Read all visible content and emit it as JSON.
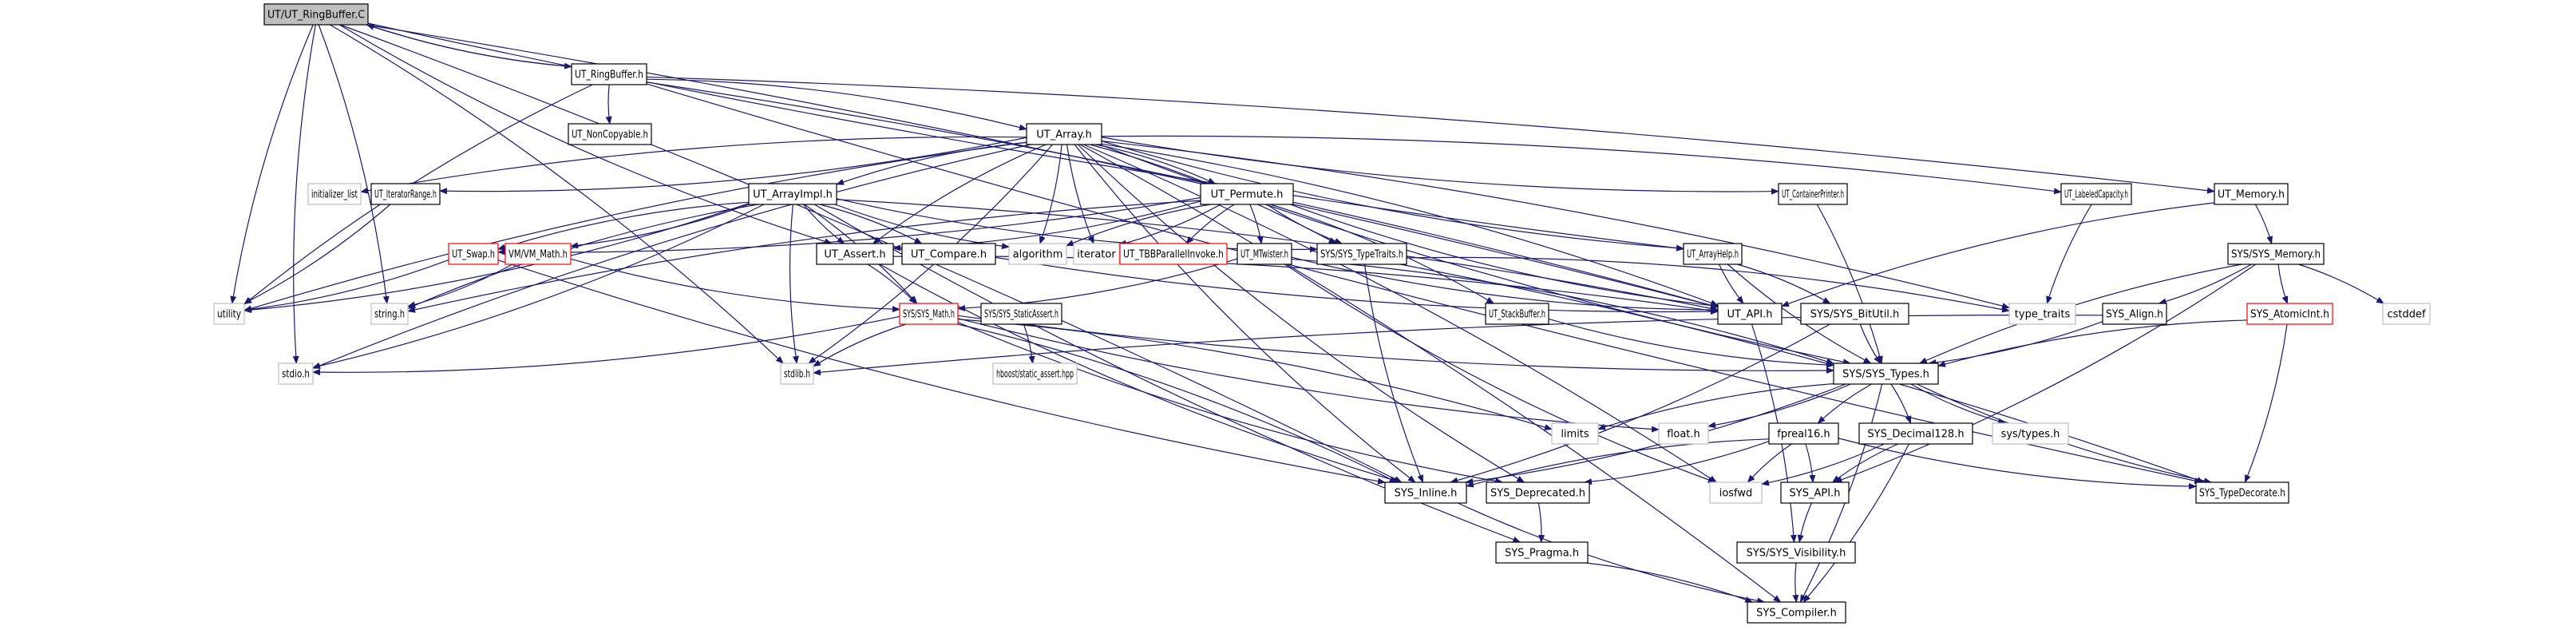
{
  "title": "Include dependency graph for UT/UT_RingBuffer.C",
  "colors": {
    "edge": "#191970",
    "root_fill": "#bfbfbf",
    "normal_border": "#000000",
    "missing_border": "#ff0000",
    "external_border": "#bfbfbf"
  },
  "nodes": [
    {
      "id": "ringbuffer_c",
      "label": "UT/UT_RingBuffer.C",
      "kind": "root"
    },
    {
      "id": "ringbuffer_h",
      "label": "UT_RingBuffer.h",
      "kind": "normal"
    },
    {
      "id": "noncopyable",
      "label": "UT_NonCopyable.h",
      "kind": "normal"
    },
    {
      "id": "array",
      "label": "UT_Array.h",
      "kind": "normal"
    },
    {
      "id": "initializer_list",
      "label": "initializer_list",
      "kind": "external"
    },
    {
      "id": "iteratorrange",
      "label": "UT_IteratorRange.h",
      "kind": "normal"
    },
    {
      "id": "arrayimpl",
      "label": "UT_ArrayImpl.h",
      "kind": "normal"
    },
    {
      "id": "permute",
      "label": "UT_Permute.h",
      "kind": "normal"
    },
    {
      "id": "containerprinter",
      "label": "UT_ContainerPrinter.h",
      "kind": "normal"
    },
    {
      "id": "labeledcapacity",
      "label": "UT_LabeledCapacity.h",
      "kind": "normal"
    },
    {
      "id": "memory",
      "label": "UT_Memory.h",
      "kind": "normal"
    },
    {
      "id": "swap",
      "label": "UT_Swap.h",
      "kind": "missing"
    },
    {
      "id": "vmmath",
      "label": "VM/VM_Math.h",
      "kind": "missing"
    },
    {
      "id": "assert",
      "label": "UT_Assert.h",
      "kind": "normal"
    },
    {
      "id": "compare",
      "label": "UT_Compare.h",
      "kind": "normal"
    },
    {
      "id": "algorithm",
      "label": "algorithm",
      "kind": "external"
    },
    {
      "id": "iterator",
      "label": "iterator",
      "kind": "external"
    },
    {
      "id": "tbbparallel",
      "label": "UT_TBBParallelInvoke.h",
      "kind": "missing"
    },
    {
      "id": "mtwister",
      "label": "UT_MTwister.h",
      "kind": "normal"
    },
    {
      "id": "typetraits",
      "label": "SYS/SYS_TypeTraits.h",
      "kind": "normal"
    },
    {
      "id": "arrayhelp",
      "label": "UT_ArrayHelp.h",
      "kind": "normal"
    },
    {
      "id": "sysmemory",
      "label": "SYS/SYS_Memory.h",
      "kind": "normal"
    },
    {
      "id": "utility",
      "label": "utility",
      "kind": "external"
    },
    {
      "id": "string_h",
      "label": "string.h",
      "kind": "external"
    },
    {
      "id": "sysmath",
      "label": "SYS/SYS_Math.h",
      "kind": "missing"
    },
    {
      "id": "staticassert",
      "label": "SYS/SYS_StaticAssert.h",
      "kind": "normal"
    },
    {
      "id": "stackbuffer",
      "label": "UT_StackBuffer.h",
      "kind": "normal"
    },
    {
      "id": "utapi",
      "label": "UT_API.h",
      "kind": "normal"
    },
    {
      "id": "bitutil",
      "label": "SYS/SYS_BitUtil.h",
      "kind": "normal"
    },
    {
      "id": "type_traits",
      "label": "type_traits",
      "kind": "external"
    },
    {
      "id": "align",
      "label": "SYS_Align.h",
      "kind": "normal"
    },
    {
      "id": "atomicint",
      "label": "SYS_AtomicInt.h",
      "kind": "missing"
    },
    {
      "id": "cstddef",
      "label": "cstddef",
      "kind": "external"
    },
    {
      "id": "stdio",
      "label": "stdio.h",
      "kind": "external"
    },
    {
      "id": "stdlib",
      "label": "stdlib.h",
      "kind": "external"
    },
    {
      "id": "hboost_sa",
      "label": "hboost/static_assert.hpp",
      "kind": "external"
    },
    {
      "id": "systypes",
      "label": "SYS/SYS_Types.h",
      "kind": "normal"
    },
    {
      "id": "limits",
      "label": "limits",
      "kind": "external"
    },
    {
      "id": "float_h",
      "label": "float.h",
      "kind": "external"
    },
    {
      "id": "fpreal16",
      "label": "fpreal16.h",
      "kind": "normal"
    },
    {
      "id": "decimal128",
      "label": "SYS_Decimal128.h",
      "kind": "normal"
    },
    {
      "id": "sys_types_h",
      "label": "sys/types.h",
      "kind": "external"
    },
    {
      "id": "inline",
      "label": "SYS_Inline.h",
      "kind": "normal"
    },
    {
      "id": "deprecated",
      "label": "SYS_Deprecated.h",
      "kind": "normal"
    },
    {
      "id": "iosfwd",
      "label": "iosfwd",
      "kind": "external"
    },
    {
      "id": "sysapi",
      "label": "SYS_API.h",
      "kind": "normal"
    },
    {
      "id": "typedecorate",
      "label": "SYS_TypeDecorate.h",
      "kind": "normal"
    },
    {
      "id": "pragma",
      "label": "SYS_Pragma.h",
      "kind": "normal"
    },
    {
      "id": "visibility",
      "label": "SYS/SYS_Visibility.h",
      "kind": "normal"
    },
    {
      "id": "compiler",
      "label": "SYS_Compiler.h",
      "kind": "normal"
    }
  ],
  "edges": [
    [
      "ringbuffer_c",
      "ringbuffer_h"
    ],
    [
      "ringbuffer_h",
      "ringbuffer_c"
    ],
    [
      "ringbuffer_c",
      "utility"
    ],
    [
      "ringbuffer_c",
      "string_h"
    ],
    [
      "ringbuffer_c",
      "stdio"
    ],
    [
      "ringbuffer_c",
      "stdlib"
    ],
    [
      "ringbuffer_c",
      "assert"
    ],
    [
      "ringbuffer_c",
      "utapi"
    ],
    [
      "ringbuffer_c",
      "arrayhelp"
    ],
    [
      "ringbuffer_c",
      "inline"
    ],
    [
      "ringbuffer_h",
      "noncopyable"
    ],
    [
      "ringbuffer_h",
      "array"
    ],
    [
      "ringbuffer_h",
      "utility"
    ],
    [
      "ringbuffer_h",
      "memory"
    ],
    [
      "ringbuffer_h",
      "typedecorate"
    ],
    [
      "ringbuffer_h",
      "utapi"
    ],
    [
      "array",
      "initializer_list"
    ],
    [
      "array",
      "iteratorrange"
    ],
    [
      "array",
      "arrayimpl"
    ],
    [
      "array",
      "permute"
    ],
    [
      "array",
      "containerprinter"
    ],
    [
      "array",
      "labeledcapacity"
    ],
    [
      "array",
      "assert"
    ],
    [
      "array",
      "algorithm"
    ],
    [
      "array",
      "iterator"
    ],
    [
      "array",
      "typetraits"
    ],
    [
      "array",
      "arrayhelp"
    ],
    [
      "array",
      "utapi"
    ],
    [
      "array",
      "utility"
    ],
    [
      "array",
      "stdlib"
    ],
    [
      "array",
      "stdio"
    ],
    [
      "array",
      "type_traits"
    ],
    [
      "array",
      "systypes"
    ],
    [
      "array",
      "compiler"
    ],
    [
      "array",
      "deprecated"
    ],
    [
      "array",
      "iosfwd"
    ],
    [
      "array",
      "inline"
    ],
    [
      "iteratorrange",
      "utility"
    ],
    [
      "arrayimpl",
      "swap"
    ],
    [
      "arrayimpl",
      "vmmath"
    ],
    [
      "arrayimpl",
      "assert"
    ],
    [
      "arrayimpl",
      "compare"
    ],
    [
      "arrayimpl",
      "algorithm"
    ],
    [
      "arrayimpl",
      "utility"
    ],
    [
      "arrayimpl",
      "string_h"
    ],
    [
      "arrayimpl",
      "sysmath"
    ],
    [
      "arrayimpl",
      "typetraits"
    ],
    [
      "arrayimpl",
      "utapi"
    ],
    [
      "arrayimpl",
      "stdlib"
    ],
    [
      "arrayimpl",
      "stdio"
    ],
    [
      "arrayimpl",
      "pragma"
    ],
    [
      "permute",
      "assert"
    ],
    [
      "permute",
      "algorithm"
    ],
    [
      "permute",
      "iterator"
    ],
    [
      "permute",
      "tbbparallel"
    ],
    [
      "permute",
      "mtwister"
    ],
    [
      "permute",
      "typetraits"
    ],
    [
      "permute",
      "stackbuffer"
    ],
    [
      "permute",
      "string_h"
    ],
    [
      "permute",
      "swap"
    ],
    [
      "permute",
      "utapi"
    ],
    [
      "containerprinter",
      "systypes"
    ],
    [
      "labeledcapacity",
      "type_traits"
    ],
    [
      "memory",
      "sysmemory"
    ],
    [
      "memory",
      "utapi"
    ],
    [
      "swap",
      "utility"
    ],
    [
      "swap",
      "inline"
    ],
    [
      "vmmath",
      "string_h"
    ],
    [
      "vmmath",
      "sysmath"
    ],
    [
      "assert",
      "utapi"
    ],
    [
      "assert",
      "inline"
    ],
    [
      "assert",
      "sysmath"
    ],
    [
      "compare",
      "utapi"
    ],
    [
      "mtwister",
      "sysmath"
    ],
    [
      "mtwister",
      "utapi"
    ],
    [
      "mtwister",
      "systypes"
    ],
    [
      "mtwister",
      "iosfwd"
    ],
    [
      "typetraits",
      "type_traits"
    ],
    [
      "typetraits",
      "inline"
    ],
    [
      "typetraits",
      "typedecorate"
    ],
    [
      "arrayhelp",
      "utapi"
    ],
    [
      "arrayhelp",
      "bitutil"
    ],
    [
      "arrayhelp",
      "systypes"
    ],
    [
      "sysmemory",
      "align"
    ],
    [
      "sysmemory",
      "atomicint"
    ],
    [
      "sysmemory",
      "cstddef"
    ],
    [
      "sysmemory",
      "systypes"
    ],
    [
      "sysmemory",
      "sysapi"
    ],
    [
      "sysmath",
      "stdlib"
    ],
    [
      "sysmath",
      "stdio"
    ],
    [
      "sysmath",
      "systypes"
    ],
    [
      "sysmath",
      "limits"
    ],
    [
      "sysmath",
      "float_h"
    ],
    [
      "sysmath",
      "inline"
    ],
    [
      "sysmath",
      "deprecated"
    ],
    [
      "staticassert",
      "hboost_sa"
    ],
    [
      "stackbuffer",
      "systypes"
    ],
    [
      "utapi",
      "visibility"
    ],
    [
      "bitutil",
      "systypes"
    ],
    [
      "bitutil",
      "inline"
    ],
    [
      "align",
      "stdlib"
    ],
    [
      "align",
      "systypes"
    ],
    [
      "atomicint",
      "systypes"
    ],
    [
      "atomicint",
      "typedecorate"
    ],
    [
      "systypes",
      "limits"
    ],
    [
      "systypes",
      "float_h"
    ],
    [
      "systypes",
      "fpreal16"
    ],
    [
      "systypes",
      "decimal128"
    ],
    [
      "systypes",
      "sys_types_h"
    ],
    [
      "systypes",
      "inline"
    ],
    [
      "systypes",
      "typedecorate"
    ],
    [
      "systypes",
      "compiler"
    ],
    [
      "fpreal16",
      "iosfwd"
    ],
    [
      "fpreal16",
      "sysapi"
    ],
    [
      "fpreal16",
      "inline"
    ],
    [
      "fpreal16",
      "deprecated"
    ],
    [
      "fpreal16",
      "typedecorate"
    ],
    [
      "decimal128",
      "iosfwd"
    ],
    [
      "decimal128",
      "sysapi"
    ],
    [
      "decimal128",
      "compiler"
    ],
    [
      "inline",
      "compiler"
    ],
    [
      "deprecated",
      "pragma"
    ],
    [
      "sysapi",
      "visibility"
    ],
    [
      "pragma",
      "compiler"
    ],
    [
      "visibility",
      "compiler"
    ]
  ]
}
